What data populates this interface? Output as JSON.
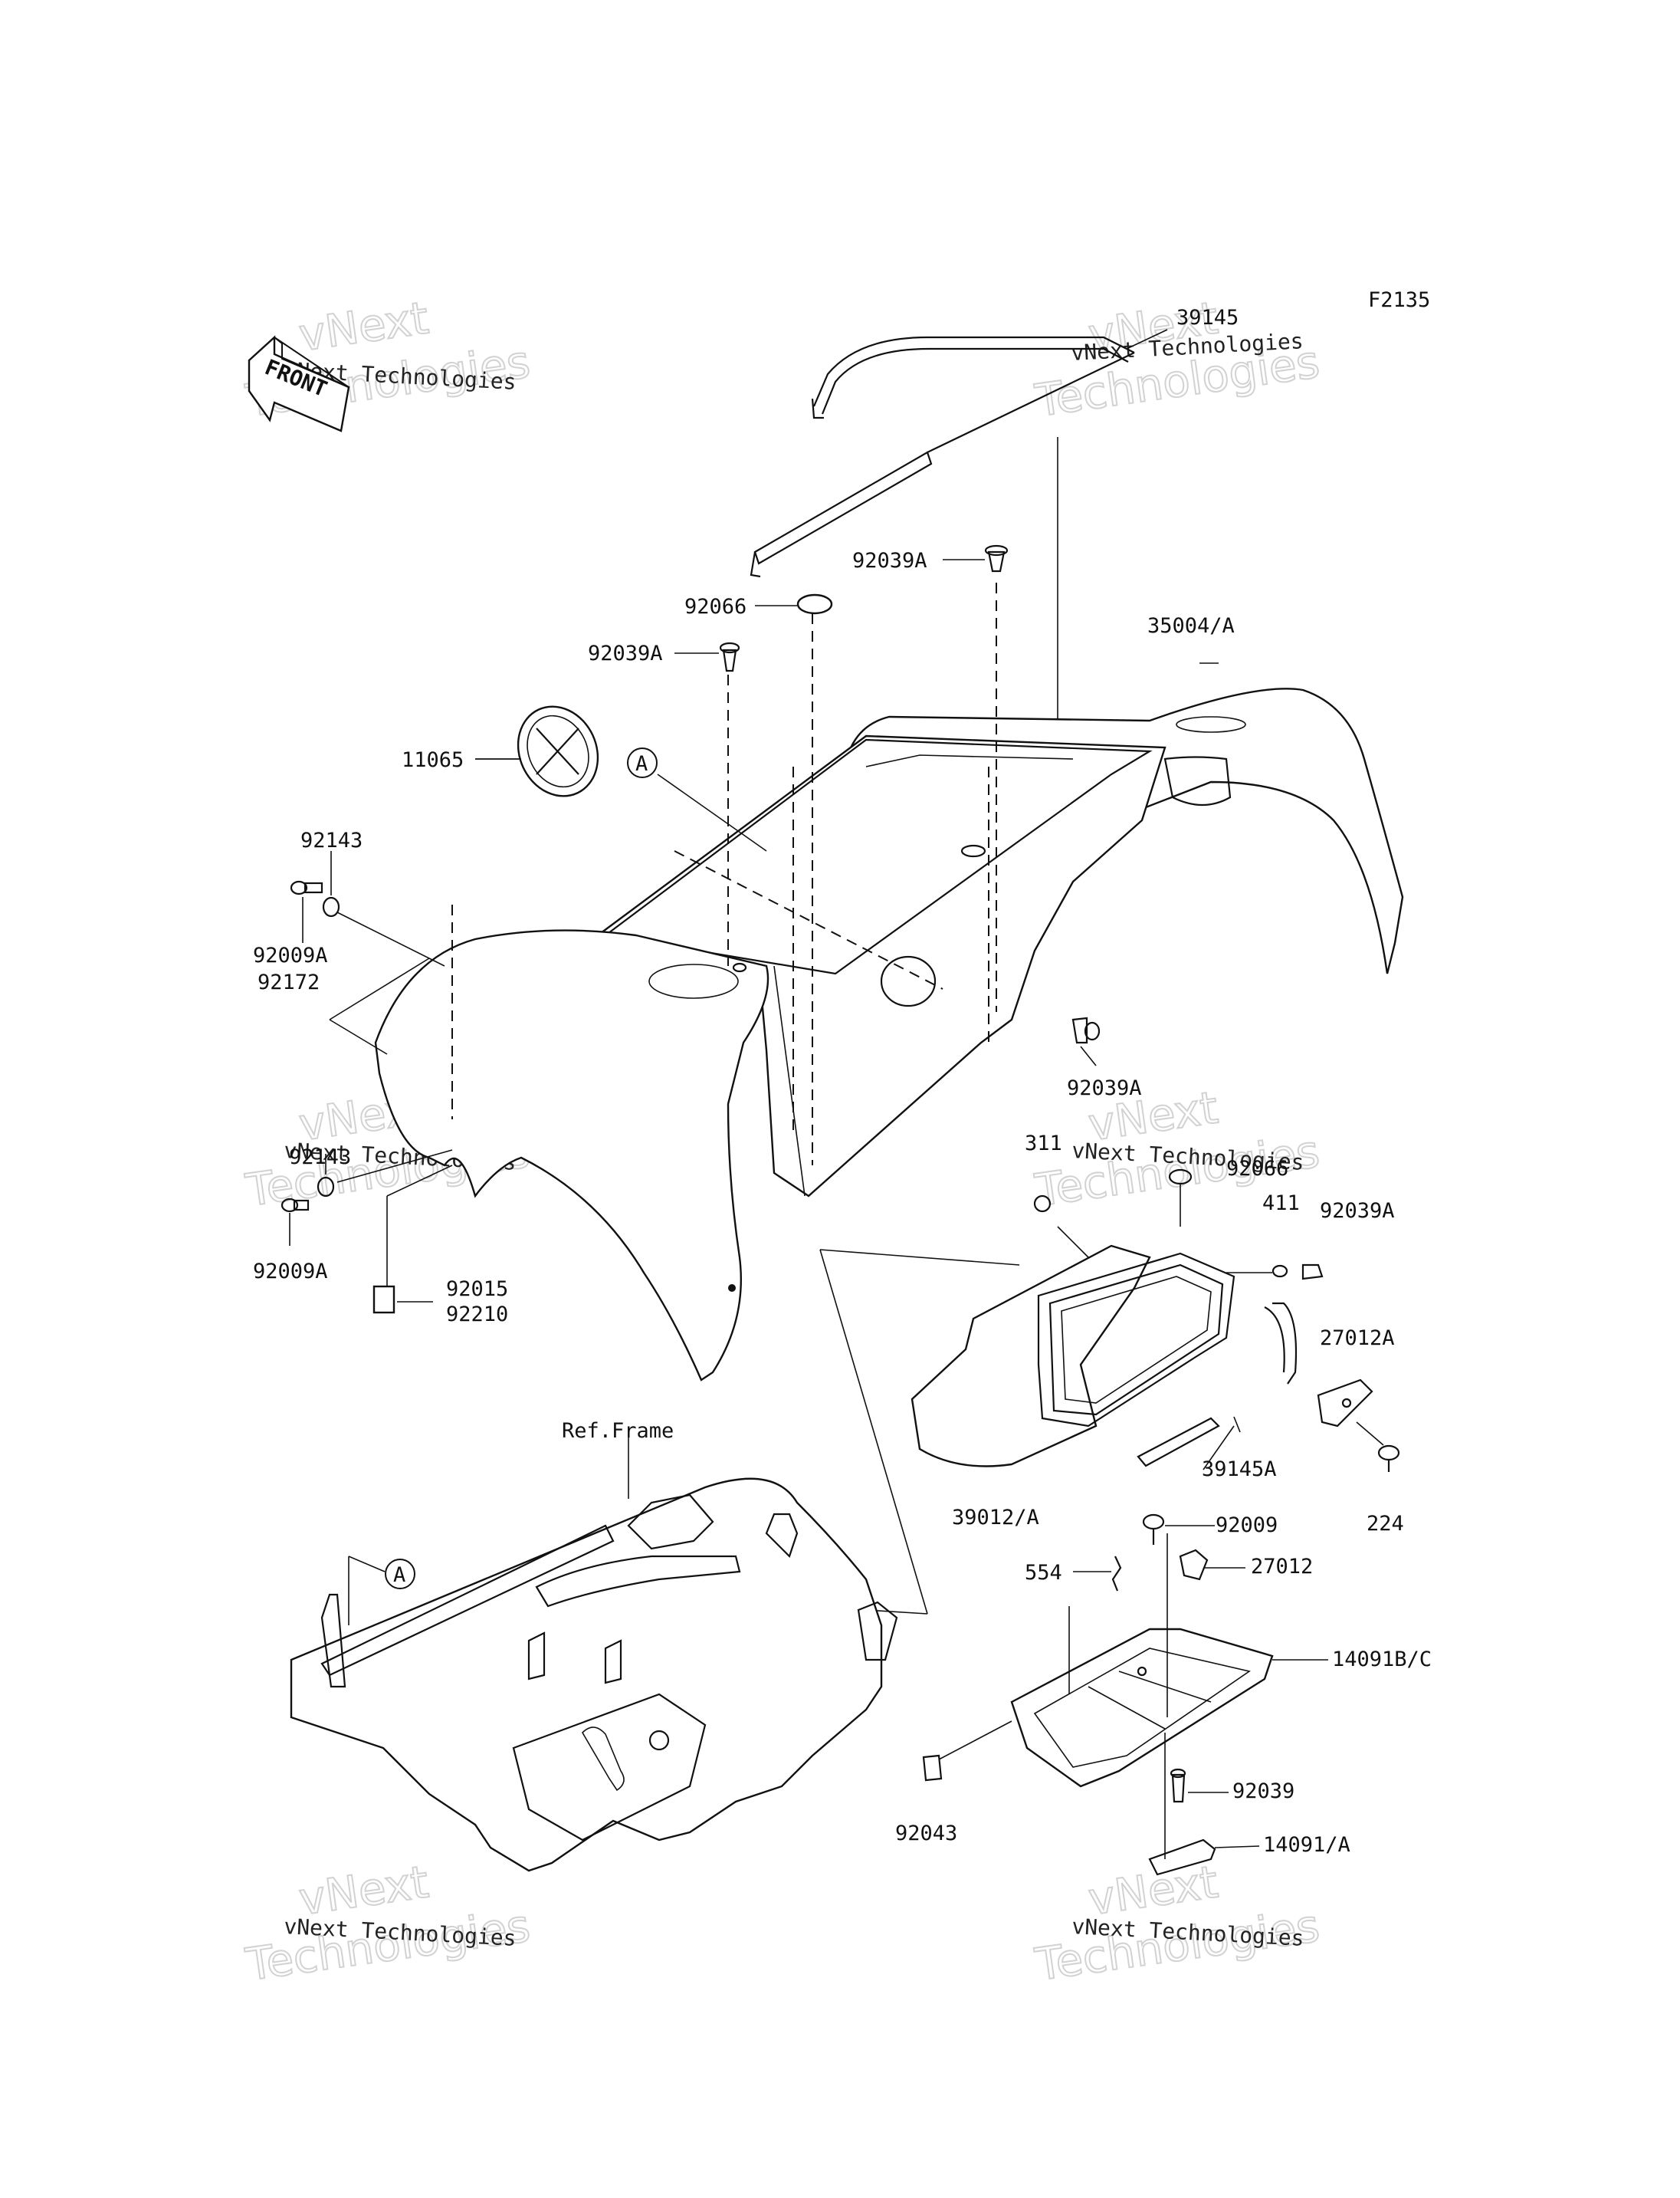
{
  "diagram": {
    "code": "F2135",
    "front_marker": "FRONT",
    "ref_label": "Ref.Frame",
    "circle_marker": "A",
    "watermark": {
      "line1": "vNext Technologies",
      "big_line1": "vNext",
      "big_line2": "Technologies"
    },
    "parts": [
      {
        "id": "p1",
        "label": "39145"
      },
      {
        "id": "p2",
        "label": "92039A"
      },
      {
        "id": "p3",
        "label": "92066"
      },
      {
        "id": "p4",
        "label": "92039A"
      },
      {
        "id": "p5",
        "label": "35004/A"
      },
      {
        "id": "p6",
        "label": "11065"
      },
      {
        "id": "p7",
        "label": "92143"
      },
      {
        "id": "p8",
        "label": "92009A"
      },
      {
        "id": "p9",
        "label": "92172"
      },
      {
        "id": "p10",
        "label": "92039A"
      },
      {
        "id": "p11",
        "label": "92143"
      },
      {
        "id": "p12",
        "label": "92009A"
      },
      {
        "id": "p13",
        "label": "92015"
      },
      {
        "id": "p14",
        "label": "92210"
      },
      {
        "id": "p15",
        "label": "311"
      },
      {
        "id": "p16",
        "label": "92066"
      },
      {
        "id": "p17",
        "label": "411"
      },
      {
        "id": "p18",
        "label": "92039A"
      },
      {
        "id": "p19",
        "label": "27012A"
      },
      {
        "id": "p20",
        "label": "39145A"
      },
      {
        "id": "p21",
        "label": "224"
      },
      {
        "id": "p22",
        "label": "39012/A"
      },
      {
        "id": "p23",
        "label": "92009"
      },
      {
        "id": "p24",
        "label": "27012"
      },
      {
        "id": "p25",
        "label": "554"
      },
      {
        "id": "p26",
        "label": "14091B/C"
      },
      {
        "id": "p27",
        "label": "92039"
      },
      {
        "id": "p28",
        "label": "92043"
      },
      {
        "id": "p29",
        "label": "14091/A"
      }
    ]
  }
}
